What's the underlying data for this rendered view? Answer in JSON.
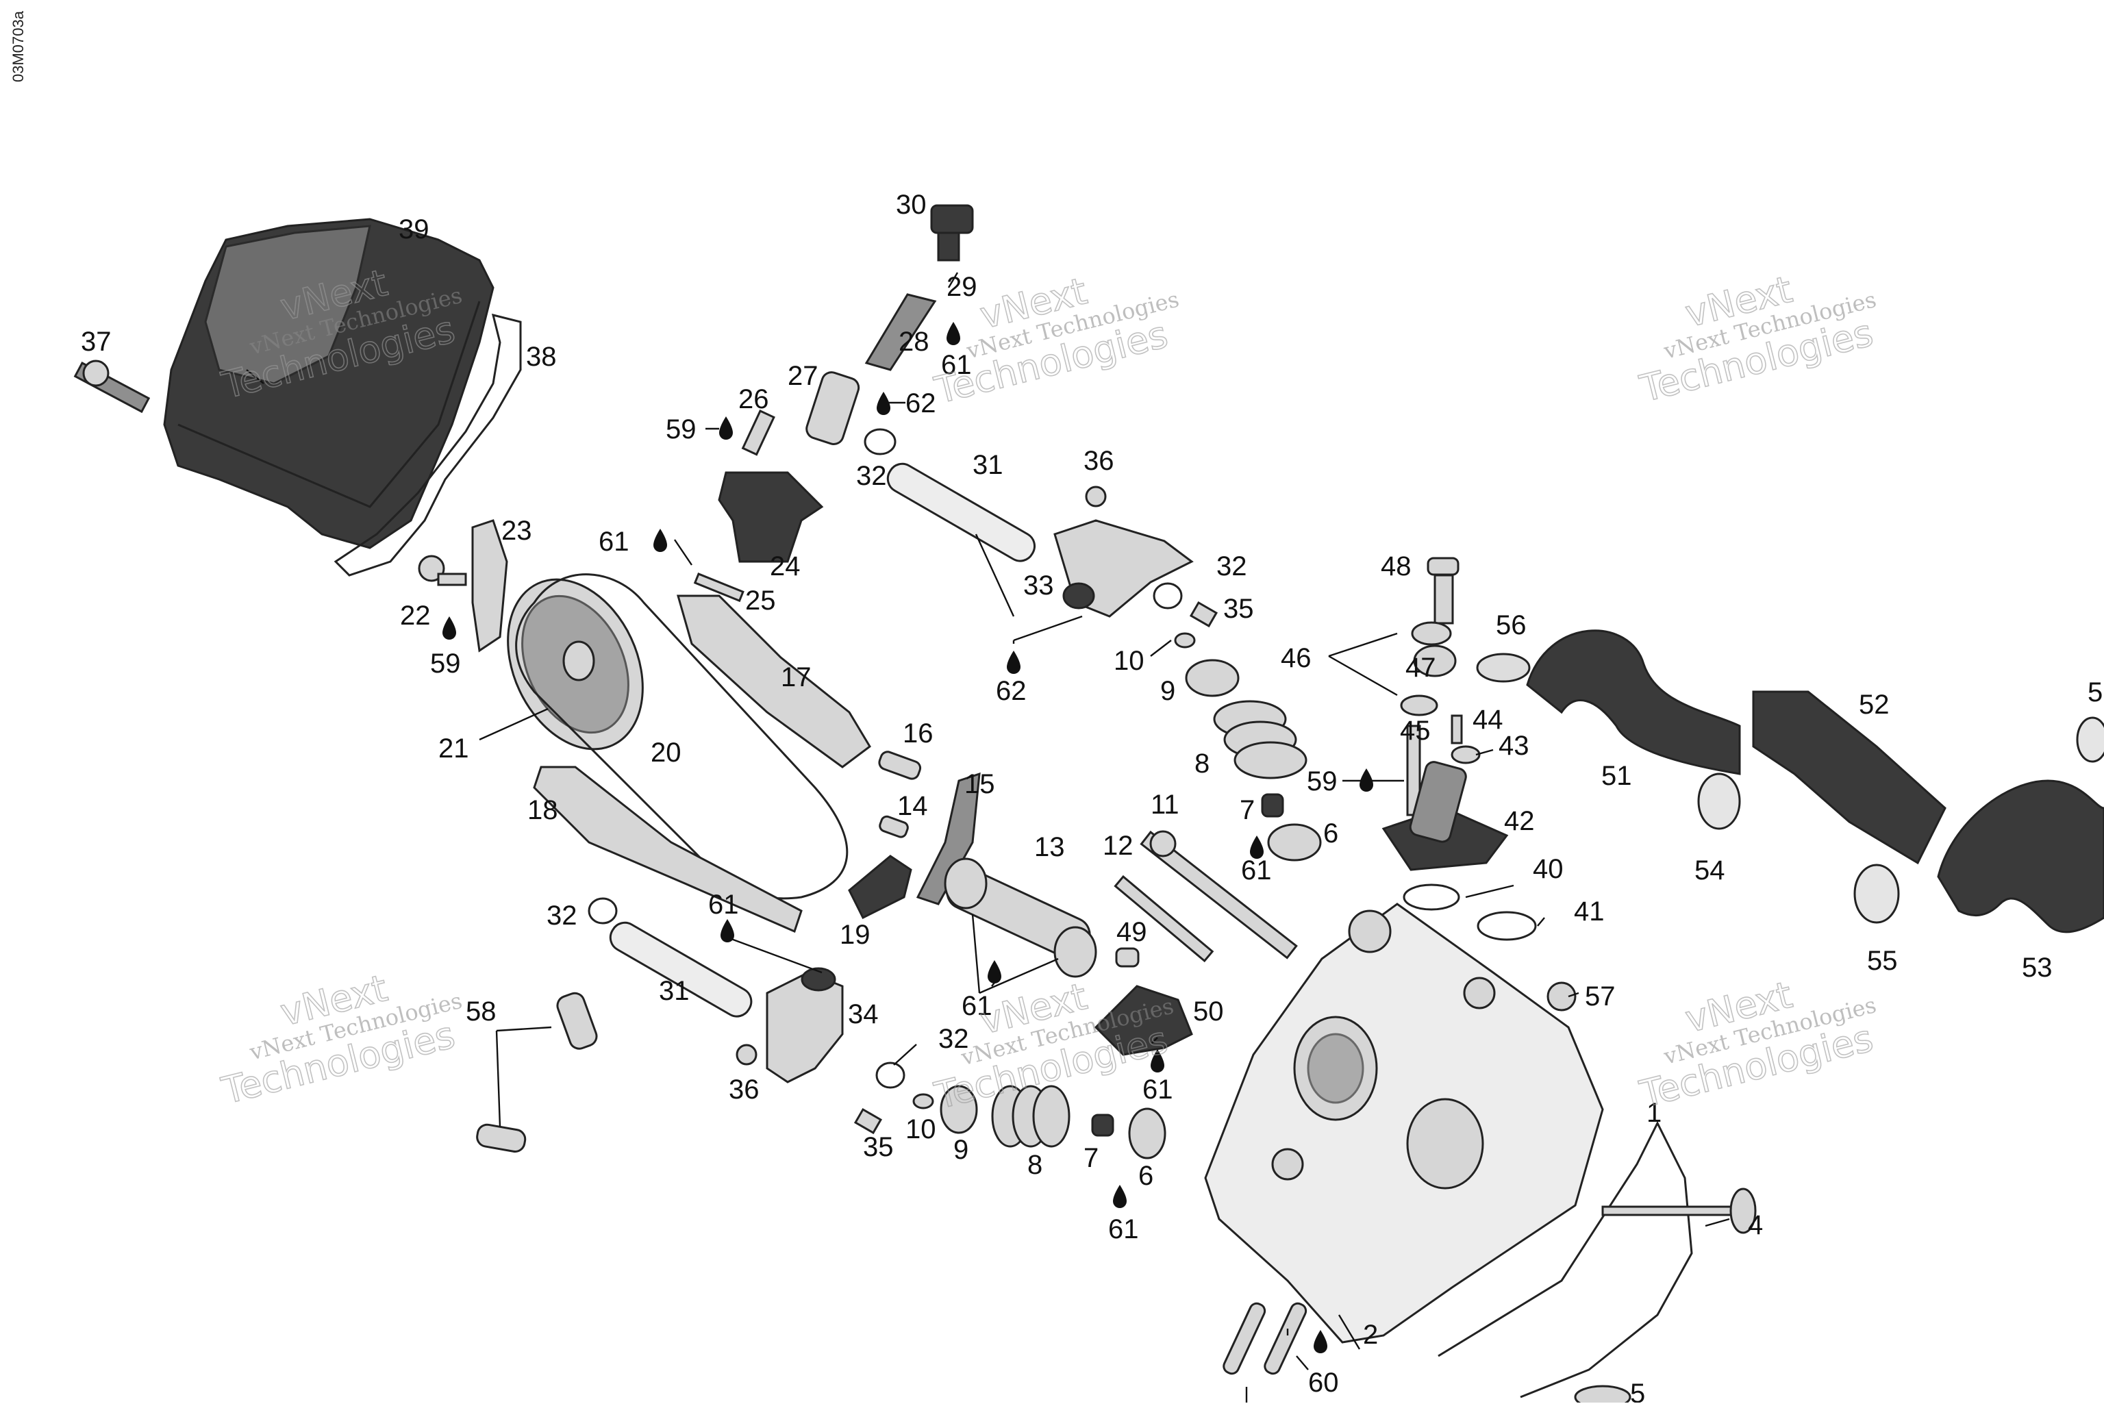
{
  "drawing_code": "03M0703a",
  "watermark": {
    "line1": "vNext Technologies",
    "line2": "vNext",
    "line3": "Technologies"
  },
  "callouts": [
    {
      "id": "c39",
      "label": "39"
    },
    {
      "id": "c37",
      "label": "37"
    },
    {
      "id": "c38",
      "label": "38"
    },
    {
      "id": "c30",
      "label": "30"
    },
    {
      "id": "c29",
      "label": "29"
    },
    {
      "id": "c28",
      "label": "28"
    },
    {
      "id": "c61a",
      "label": "61"
    },
    {
      "id": "c27",
      "label": "27"
    },
    {
      "id": "c62a",
      "label": "62"
    },
    {
      "id": "c26",
      "label": "26"
    },
    {
      "id": "c59a",
      "label": "59"
    },
    {
      "id": "c32a",
      "label": "32"
    },
    {
      "id": "c31a",
      "label": "31"
    },
    {
      "id": "c36a",
      "label": "36"
    },
    {
      "id": "c24",
      "label": "24"
    },
    {
      "id": "c61b",
      "label": "61"
    },
    {
      "id": "c25",
      "label": "25"
    },
    {
      "id": "c23",
      "label": "23"
    },
    {
      "id": "c22",
      "label": "22"
    },
    {
      "id": "c59b",
      "label": "59"
    },
    {
      "id": "c33",
      "label": "33"
    },
    {
      "id": "c32b",
      "label": "32"
    },
    {
      "id": "c35a",
      "label": "35"
    },
    {
      "id": "c10a",
      "label": "10"
    },
    {
      "id": "c62b",
      "label": "62"
    },
    {
      "id": "c9a",
      "label": "9"
    },
    {
      "id": "c17",
      "label": "17"
    },
    {
      "id": "c21",
      "label": "21"
    },
    {
      "id": "c20",
      "label": "20"
    },
    {
      "id": "c16",
      "label": "16"
    },
    {
      "id": "c15",
      "label": "15"
    },
    {
      "id": "c18",
      "label": "18"
    },
    {
      "id": "c14",
      "label": "14"
    },
    {
      "id": "c13",
      "label": "13"
    },
    {
      "id": "c19",
      "label": "19"
    },
    {
      "id": "c8a",
      "label": "8"
    },
    {
      "id": "c11",
      "label": "11"
    },
    {
      "id": "c12",
      "label": "12"
    },
    {
      "id": "c7a",
      "label": "7"
    },
    {
      "id": "c6a",
      "label": "6"
    },
    {
      "id": "c61c",
      "label": "61"
    },
    {
      "id": "c48",
      "label": "48"
    },
    {
      "id": "c56",
      "label": "56"
    },
    {
      "id": "c46",
      "label": "46"
    },
    {
      "id": "c47",
      "label": "47"
    },
    {
      "id": "c44",
      "label": "44"
    },
    {
      "id": "c45",
      "label": "45"
    },
    {
      "id": "c43",
      "label": "43"
    },
    {
      "id": "c59c",
      "label": "59"
    },
    {
      "id": "c42",
      "label": "42"
    },
    {
      "id": "c51",
      "label": "51"
    },
    {
      "id": "c52",
      "label": "52"
    },
    {
      "id": "c54",
      "label": "54"
    },
    {
      "id": "c55",
      "label": "55"
    },
    {
      "id": "c53",
      "label": "53"
    },
    {
      "id": "c5x",
      "label": "5"
    },
    {
      "id": "c40",
      "label": "40"
    },
    {
      "id": "c41",
      "label": "41"
    },
    {
      "id": "c32c",
      "label": "32"
    },
    {
      "id": "c61d",
      "label": "61"
    },
    {
      "id": "c31b",
      "label": "31"
    },
    {
      "id": "c34",
      "label": "34"
    },
    {
      "id": "c49",
      "label": "49"
    },
    {
      "id": "c61e",
      "label": "61"
    },
    {
      "id": "c50",
      "label": "50"
    },
    {
      "id": "c58",
      "label": "58"
    },
    {
      "id": "c32d",
      "label": "32"
    },
    {
      "id": "c36b",
      "label": "36"
    },
    {
      "id": "c35b",
      "label": "35"
    },
    {
      "id": "c10b",
      "label": "10"
    },
    {
      "id": "c9b",
      "label": "9"
    },
    {
      "id": "c8b",
      "label": "8"
    },
    {
      "id": "c7b",
      "label": "7"
    },
    {
      "id": "c6b",
      "label": "6"
    },
    {
      "id": "c61f",
      "label": "61"
    },
    {
      "id": "c61g",
      "label": "61"
    },
    {
      "id": "c57",
      "label": "57"
    },
    {
      "id": "c1",
      "label": "1"
    },
    {
      "id": "c4",
      "label": "4"
    },
    {
      "id": "c2",
      "label": "2"
    },
    {
      "id": "c60",
      "label": "60"
    },
    {
      "id": "c5",
      "label": "5"
    }
  ]
}
